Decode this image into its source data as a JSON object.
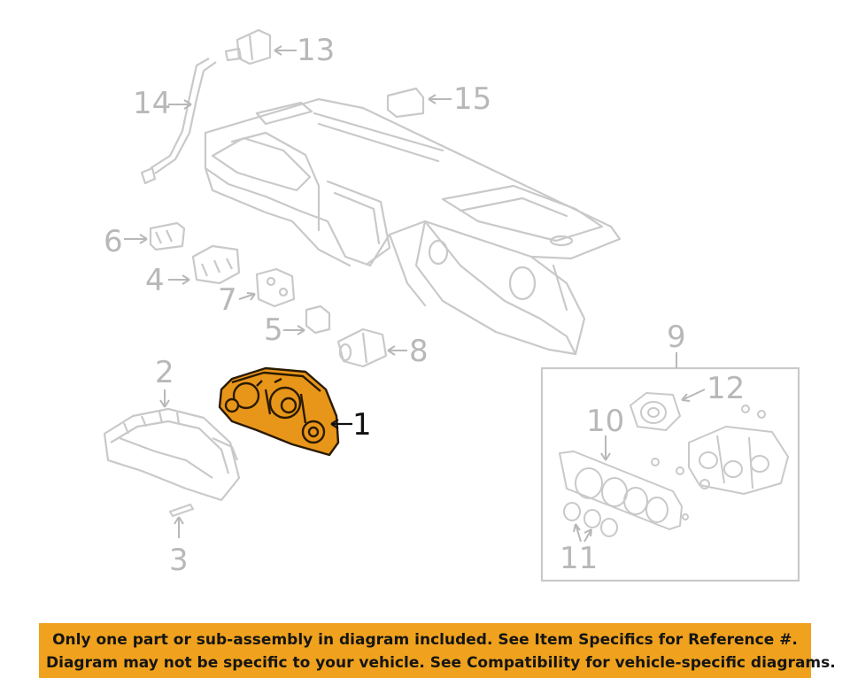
{
  "colors": {
    "highlight_fill": "#e8961a",
    "highlight_stroke": "#2a1a00",
    "ghost_stroke": "#c9c9c9",
    "leader_active": "#111111",
    "leader_ghost": "#b8b8b8",
    "notice_bg": "#f0a21e"
  },
  "callouts": {
    "c1": "1",
    "c2": "2",
    "c3": "3",
    "c4": "4",
    "c5": "5",
    "c6": "6",
    "c7": "7",
    "c8": "8",
    "c9": "9",
    "c10": "10",
    "c11": "11",
    "c12": "12",
    "c13": "13",
    "c14": "14",
    "c15": "15"
  },
  "highlighted_part": "1",
  "notice": {
    "line1": "Only one part or sub-assembly in diagram included. See Item Specifics for Reference #.",
    "line2": "Diagram may not be specific to your vehicle. See Compatibility for vehicle-specific diagrams."
  }
}
